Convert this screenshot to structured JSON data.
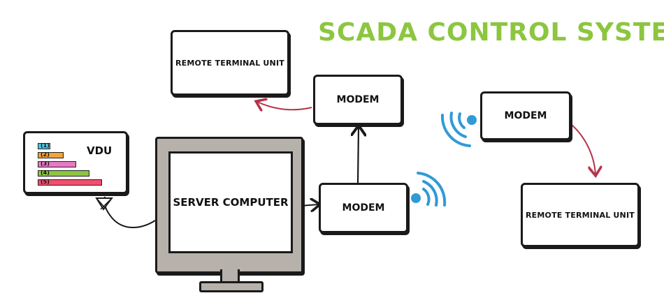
{
  "title": "SCADA CONTROL SYSTEM",
  "colors": {
    "title": "#8cc63f",
    "wireless": "#2f9bd6",
    "red_arrow": "#b5344a",
    "monitor_frame": "#b7b1ab"
  },
  "nodes": {
    "rtu_top": "REMOTE TERMINAL UNIT",
    "rtu_bottom": "REMOTE TERMINAL UNIT",
    "modem_top": "MODEM",
    "modem_center": "MODEM",
    "modem_right": "MODEM",
    "server": "SERVER COMPUTER",
    "vdu": "VDU"
  },
  "vdu_bars": [
    {
      "label": "(1)",
      "color": "#4fc3e0",
      "level": 0.2
    },
    {
      "label": "(2)",
      "color": "#f2a33a",
      "level": 0.4
    },
    {
      "label": "(3)",
      "color": "#e879c6",
      "level": 0.6
    },
    {
      "label": "(4)",
      "color": "#8cc63f",
      "level": 0.8
    },
    {
      "label": "(5)",
      "color": "#f0506e",
      "level": 1.0
    }
  ],
  "icons": [
    "wireless-signal-icon",
    "wireless-signal-icon",
    "antenna-icon"
  ]
}
